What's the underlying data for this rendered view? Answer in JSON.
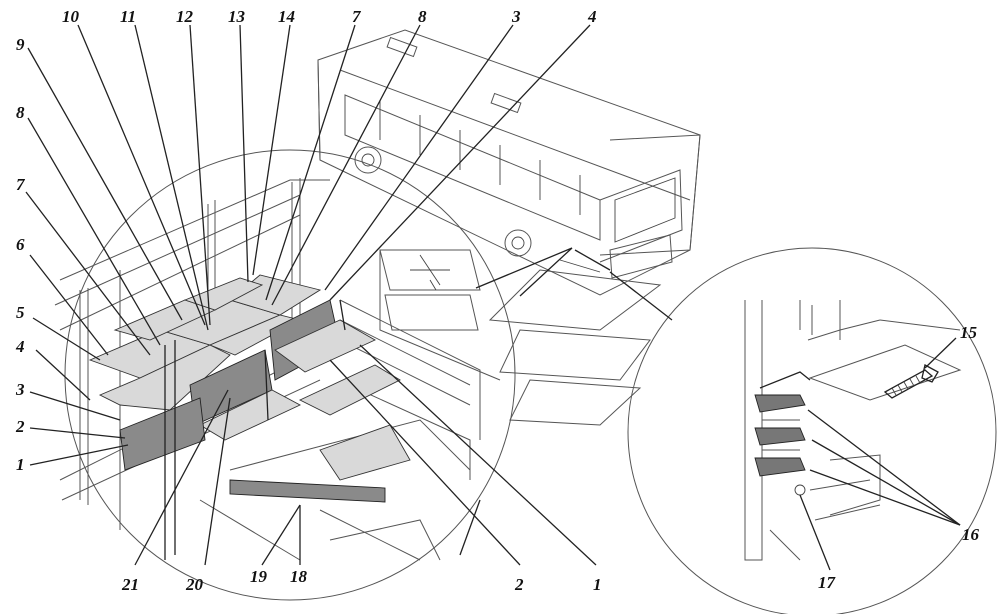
{
  "labels": {
    "l1a": "1",
    "l2a": "2",
    "l3": "3",
    "l4a": "4",
    "l5": "5",
    "l6": "6",
    "l7a": "7",
    "l8a": "8",
    "l9": "9",
    "l10": "10",
    "l11": "11",
    "l12": "12",
    "l13": "13",
    "l14": "14",
    "l7b": "7",
    "l8b": "8",
    "l3b": "3",
    "l4b": "4",
    "l2b": "2",
    "l1b": "1",
    "l21": "21",
    "l20": "20",
    "l19": "19",
    "l18": "18",
    "l15": "15",
    "l16": "16",
    "l17": "17"
  },
  "colors": {
    "insulation_light": "#d9d9d9",
    "insulation_dark": "#8a8a8a",
    "line": "#222222"
  }
}
